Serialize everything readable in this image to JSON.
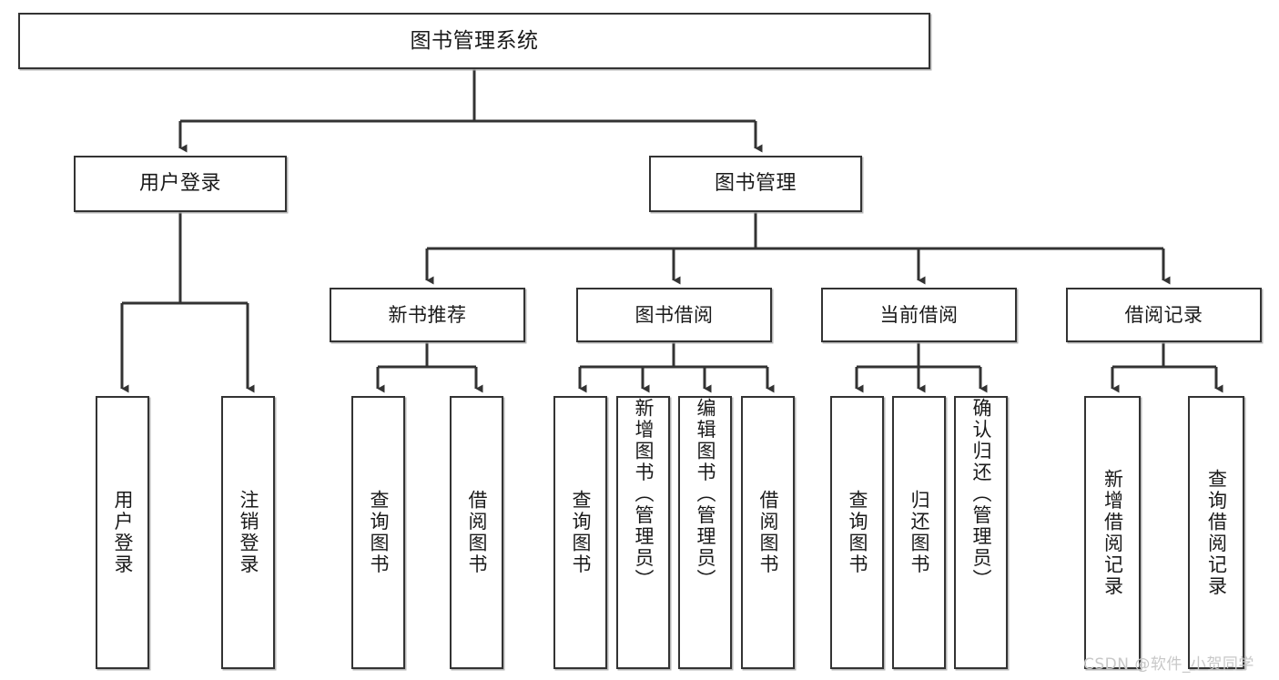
{
  "diagram": {
    "type": "tree-hierarchy-chart",
    "title": "图书管理系统",
    "watermark": "CSDN @软件_小贺同学",
    "colors": {
      "box_border": "#333333",
      "box_fill": "#ffffff",
      "edge": "#333333",
      "text": "#1a1a1a",
      "watermark": "#c8c8c8",
      "shadow": "#aaaaaa"
    },
    "nodes": {
      "root": {
        "label": "图书管理系统"
      },
      "level2": [
        {
          "id": "user-login",
          "label": "用户登录"
        },
        {
          "id": "book-manage",
          "label": "图书管理"
        }
      ],
      "level3": [
        {
          "id": "new-book-recommend",
          "label": "新书推荐"
        },
        {
          "id": "book-borrow",
          "label": "图书借阅"
        },
        {
          "id": "current-borrow",
          "label": "当前借阅"
        },
        {
          "id": "borrow-record",
          "label": "借阅记录"
        }
      ],
      "leaves": {
        "user_login": [
          {
            "id": "leaf-user-login",
            "label": "用户登录"
          },
          {
            "id": "leaf-logout-login",
            "label": "注销登录"
          }
        ],
        "new_book_recommend": [
          {
            "id": "leaf-query-book-1",
            "label": "查询图书"
          },
          {
            "id": "leaf-borrow-book-1",
            "label": "借阅图书"
          }
        ],
        "book_borrow": [
          {
            "id": "leaf-query-book-2",
            "label": "查询图书"
          },
          {
            "id": "leaf-add-book",
            "label": "新增图书（管理员）"
          },
          {
            "id": "leaf-edit-book",
            "label": "编辑图书（管理员）"
          },
          {
            "id": "leaf-borrow-book-2",
            "label": "借阅图书"
          }
        ],
        "current_borrow": [
          {
            "id": "leaf-query-book-3",
            "label": "查询图书"
          },
          {
            "id": "leaf-return-book",
            "label": "归还图书"
          },
          {
            "id": "leaf-confirm-return",
            "label": "确认归还（管理员）"
          }
        ],
        "borrow_record": [
          {
            "id": "leaf-add-borrow-record",
            "label": "新增借阅记录"
          },
          {
            "id": "leaf-query-borrow-record",
            "label": "查询借阅记录"
          }
        ]
      }
    }
  }
}
